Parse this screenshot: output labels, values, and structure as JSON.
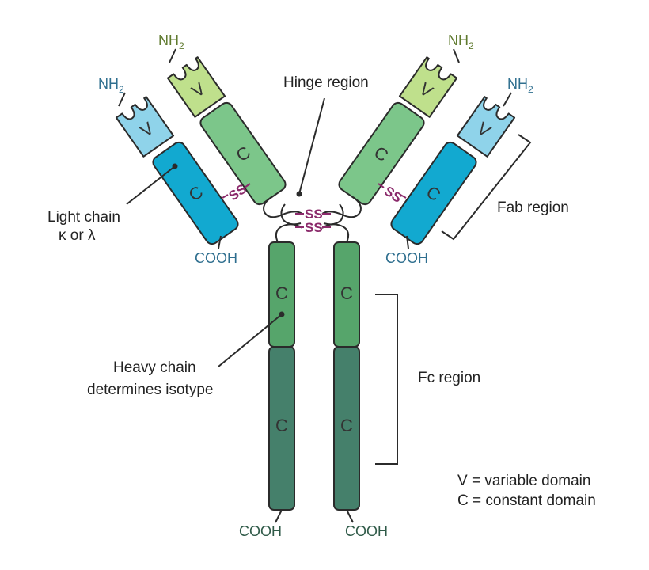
{
  "labels": {
    "hinge": "Hinge region",
    "light_chain_line1": "Light chain",
    "light_chain_line2": "κ or λ",
    "fab": "Fab region",
    "fc": "Fc region",
    "heavy_chain_line1": "Heavy chain",
    "heavy_chain_line2": "determines isotype",
    "legend_v": "V = variable domain",
    "legend_c": "C = constant domain"
  },
  "domain_letters": {
    "variable": "V",
    "constant": "C"
  },
  "disulfide": "SS",
  "termini": {
    "amino_base": "NH",
    "amino_sub": "2",
    "carboxyl": "COOH"
  },
  "colors": {
    "light_variable": "#8fd3ea",
    "light_constant": "#12a9d0",
    "heavy_variable": "#bfe08c",
    "heavy_constant1": "#7cc68a",
    "heavy_constant2": "#56a56b",
    "heavy_constant3": "#45806b",
    "disulfide": "#8b2a6b",
    "outline": "#2b2b2b"
  },
  "icons": [
    "leader-line",
    "bracket"
  ]
}
